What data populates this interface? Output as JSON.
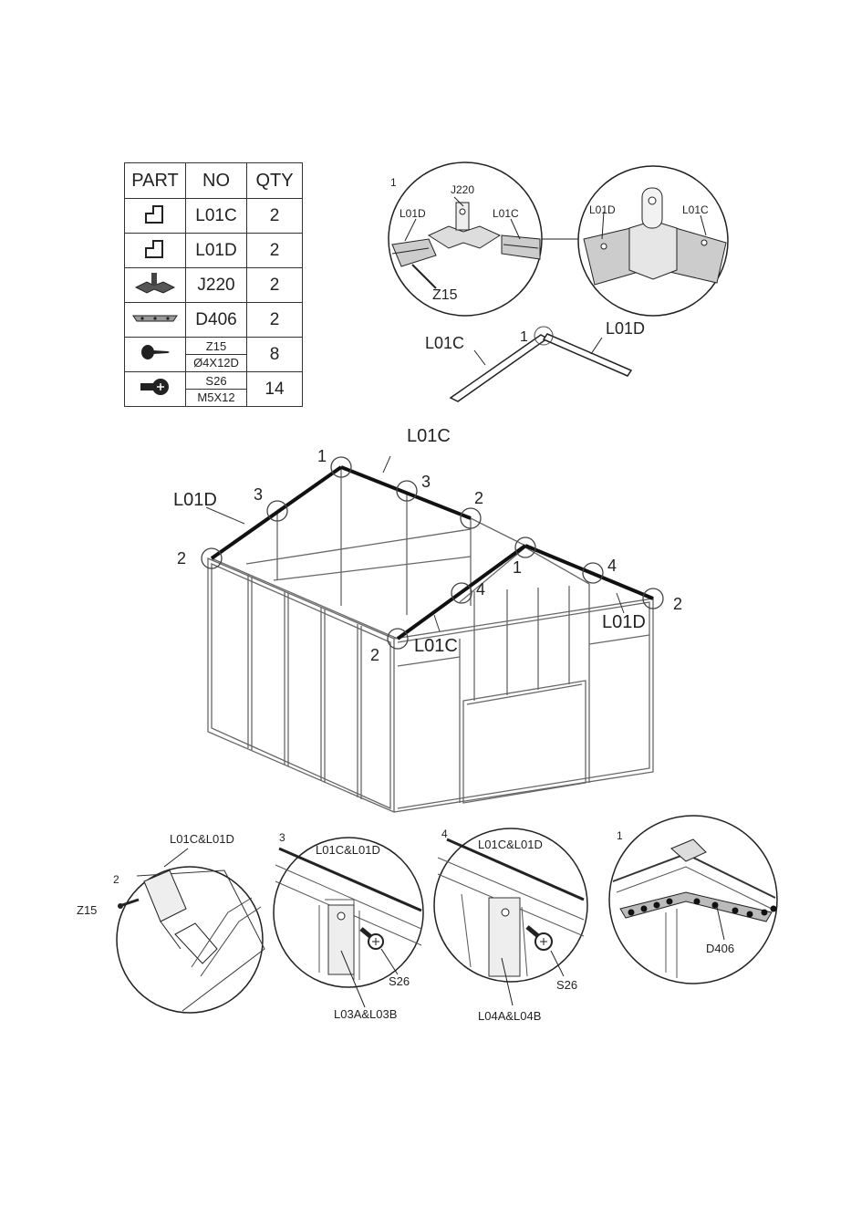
{
  "table": {
    "headers": {
      "part": "PART",
      "no": "NO",
      "qty": "QTY"
    },
    "rows": [
      {
        "icon": "corner-connector-icon",
        "no": "L01C",
        "no2": "",
        "qty": "2"
      },
      {
        "icon": "corner-connector-icon",
        "no": "L01D",
        "no2": "",
        "qty": "2"
      },
      {
        "icon": "ridge-connector-icon",
        "no": "J220",
        "no2": "",
        "qty": "2"
      },
      {
        "icon": "connecting-plate-icon",
        "no": "D406",
        "no2": "",
        "qty": "2"
      },
      {
        "icon": "screw-icon",
        "no": "Z15",
        "no2": "Ø4X12D",
        "qty": "8"
      },
      {
        "icon": "bolt-icon",
        "no": "S26",
        "no2": "M5X12",
        "qty": "14"
      }
    ]
  },
  "top_detail": {
    "step": "1",
    "left_circle": {
      "l01d": "L01D",
      "j220": "J220",
      "l01c": "L01C",
      "z15": "Z15"
    },
    "right_circle": {
      "l01d": "L01D",
      "l01c": "L01C"
    },
    "rafter": {
      "left": "L01C",
      "apex": "1",
      "right": "L01D"
    }
  },
  "main": {
    "labels": {
      "l01c_top": "L01C",
      "l01d_left": "L01D",
      "l01c_front": "L01C",
      "l01d_right": "L01D",
      "n1_back": "1",
      "n3_a": "3",
      "n3_b": "3",
      "n2_a": "2",
      "n2_b": "2",
      "n1_front": "1",
      "n4_a": "4",
      "n4_b": "4",
      "n2_c": "2",
      "n2_d": "2"
    }
  },
  "bottom": {
    "d2": {
      "step": "2",
      "title": "L01C&L01D",
      "screw": "Z15"
    },
    "d3": {
      "step": "3",
      "title": "L01C&L01D",
      "bolt": "S26",
      "part": "L03A&L03B"
    },
    "d4": {
      "step": "4",
      "title": "L01C&L01D",
      "bolt": "S26",
      "part": "L04A&L04B"
    },
    "d1": {
      "step": "1",
      "plate": "D406"
    }
  }
}
